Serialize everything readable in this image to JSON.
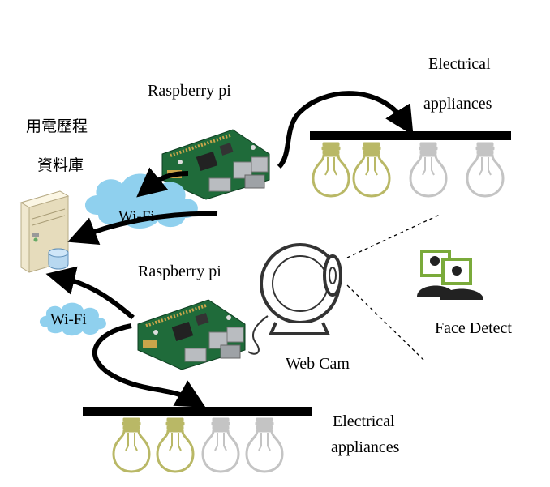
{
  "labels": {
    "pi_top": "Raspberry pi",
    "pi_bottom": "Raspberry pi",
    "db_line1": "用電歷程",
    "db_line2": "資料庫",
    "appliances_top_1": "Electrical",
    "appliances_top_2": "appliances",
    "appliances_bottom_1": "Electrical",
    "appliances_bottom_2": "appliances",
    "wifi_top": "Wi-Fi",
    "wifi_bottom": "Wi-Fi",
    "webcam": "Web Cam",
    "face_detect": "Face Detect"
  },
  "bulbs": {
    "top": [
      "on",
      "on",
      "off",
      "off"
    ],
    "bottom": [
      "on",
      "on",
      "off",
      "off"
    ]
  },
  "colors": {
    "cloud": "#8fd0ee",
    "bulb_on": "#b9b866",
    "bulb_off": "#c4c4c4",
    "face_icon": "#7aaa3a",
    "board": "#1f6b3a"
  }
}
